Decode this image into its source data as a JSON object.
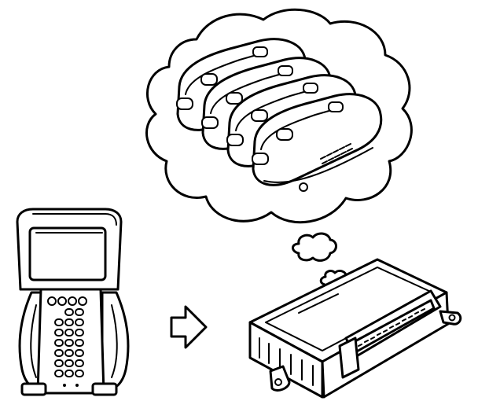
{
  "diagram": {
    "components": [
      {
        "id": "scan-tool",
        "icon": "handheld-scan-tool-icon"
      },
      {
        "id": "arrow",
        "icon": "arrow-right-icon"
      },
      {
        "id": "control-module",
        "icon": "control-module-icon"
      },
      {
        "id": "thought-bubble",
        "icon": "thought-cloud-icon"
      },
      {
        "id": "key-fobs",
        "icon": "key-fob-icon",
        "count": 4
      }
    ],
    "key_fob_count": 4
  }
}
